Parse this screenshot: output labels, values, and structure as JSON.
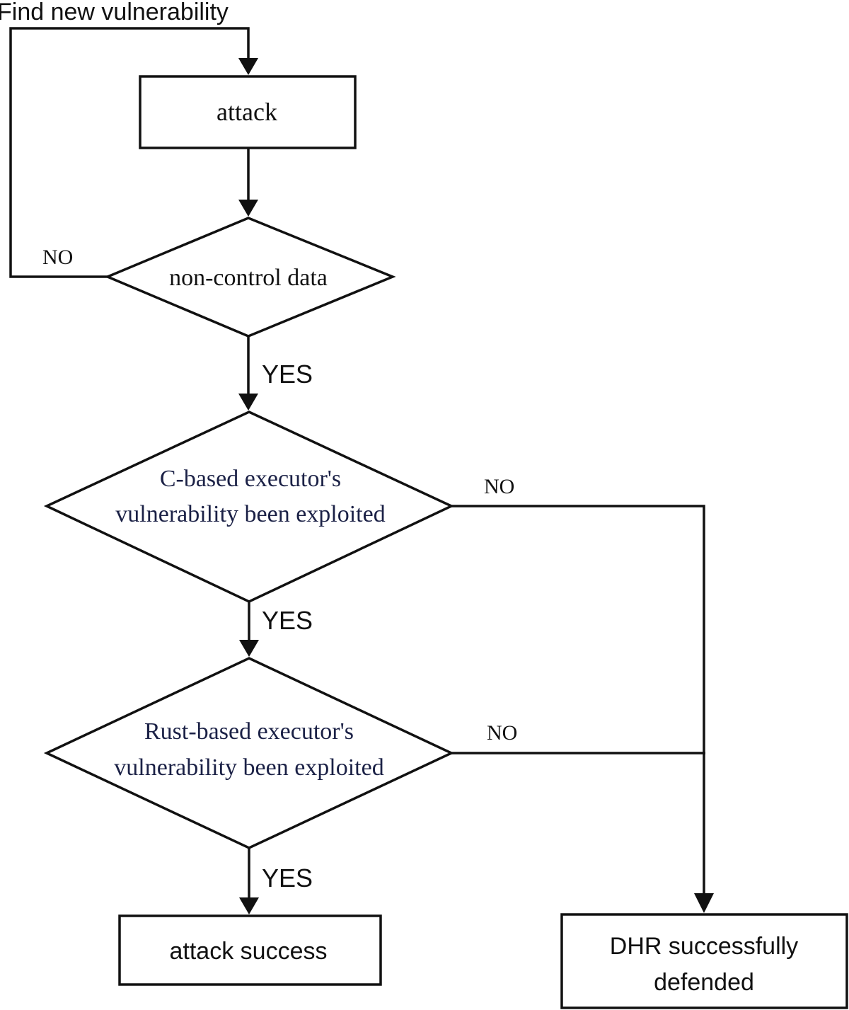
{
  "diagram": {
    "top_label": "Find new vulnerability",
    "nodes": {
      "attack": "attack",
      "non_control": "non-control data",
      "c_based": [
        "C-based executor's",
        "vulnerability been exploited"
      ],
      "rust_based": [
        "Rust-based executor's",
        "vulnerability been exploited"
      ],
      "success": "attack success",
      "defended": [
        "DHR successfully",
        "defended"
      ]
    },
    "edge_labels": {
      "no_1": "NO",
      "yes_1": "YES",
      "no_2": "NO",
      "yes_2": "YES",
      "no_3": "NO",
      "yes_3": "YES"
    },
    "colors": {
      "line": "#111111",
      "decision_text": "#1b2146"
    }
  }
}
